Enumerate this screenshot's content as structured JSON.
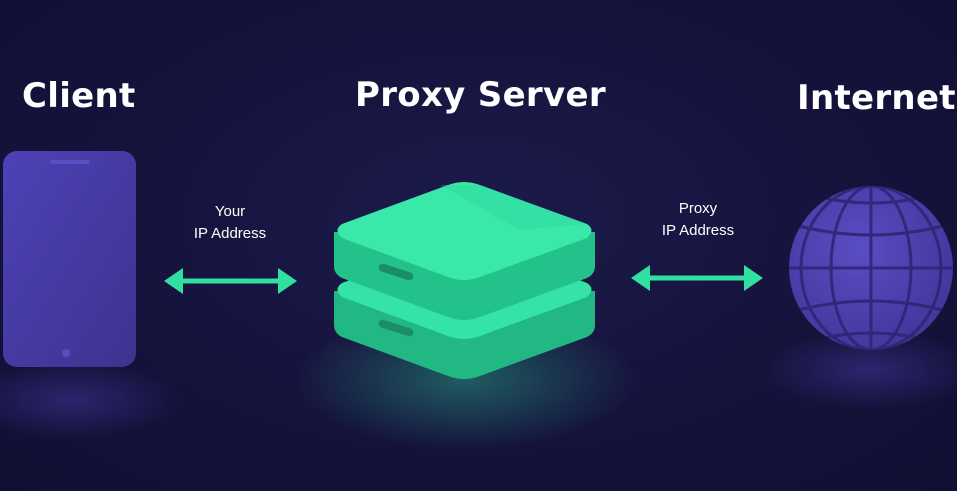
{
  "nodes": {
    "client": {
      "title": "Client",
      "icon": "phone-icon"
    },
    "proxy": {
      "title": "Proxy Server",
      "icon": "server-stack-icon"
    },
    "internet": {
      "title": "Internet",
      "icon": "globe-icon"
    }
  },
  "links": {
    "client_proxy": {
      "line1": "Your",
      "line2": "IP Address",
      "icon": "double-arrow-icon"
    },
    "proxy_internet": {
      "line1": "Proxy",
      "line2": "IP Address",
      "icon": "double-arrow-icon"
    }
  },
  "colors": {
    "background": "#15133c",
    "accent_green": "#2fe0a0",
    "purple": "#4a3fa8",
    "text": "#ffffff"
  }
}
